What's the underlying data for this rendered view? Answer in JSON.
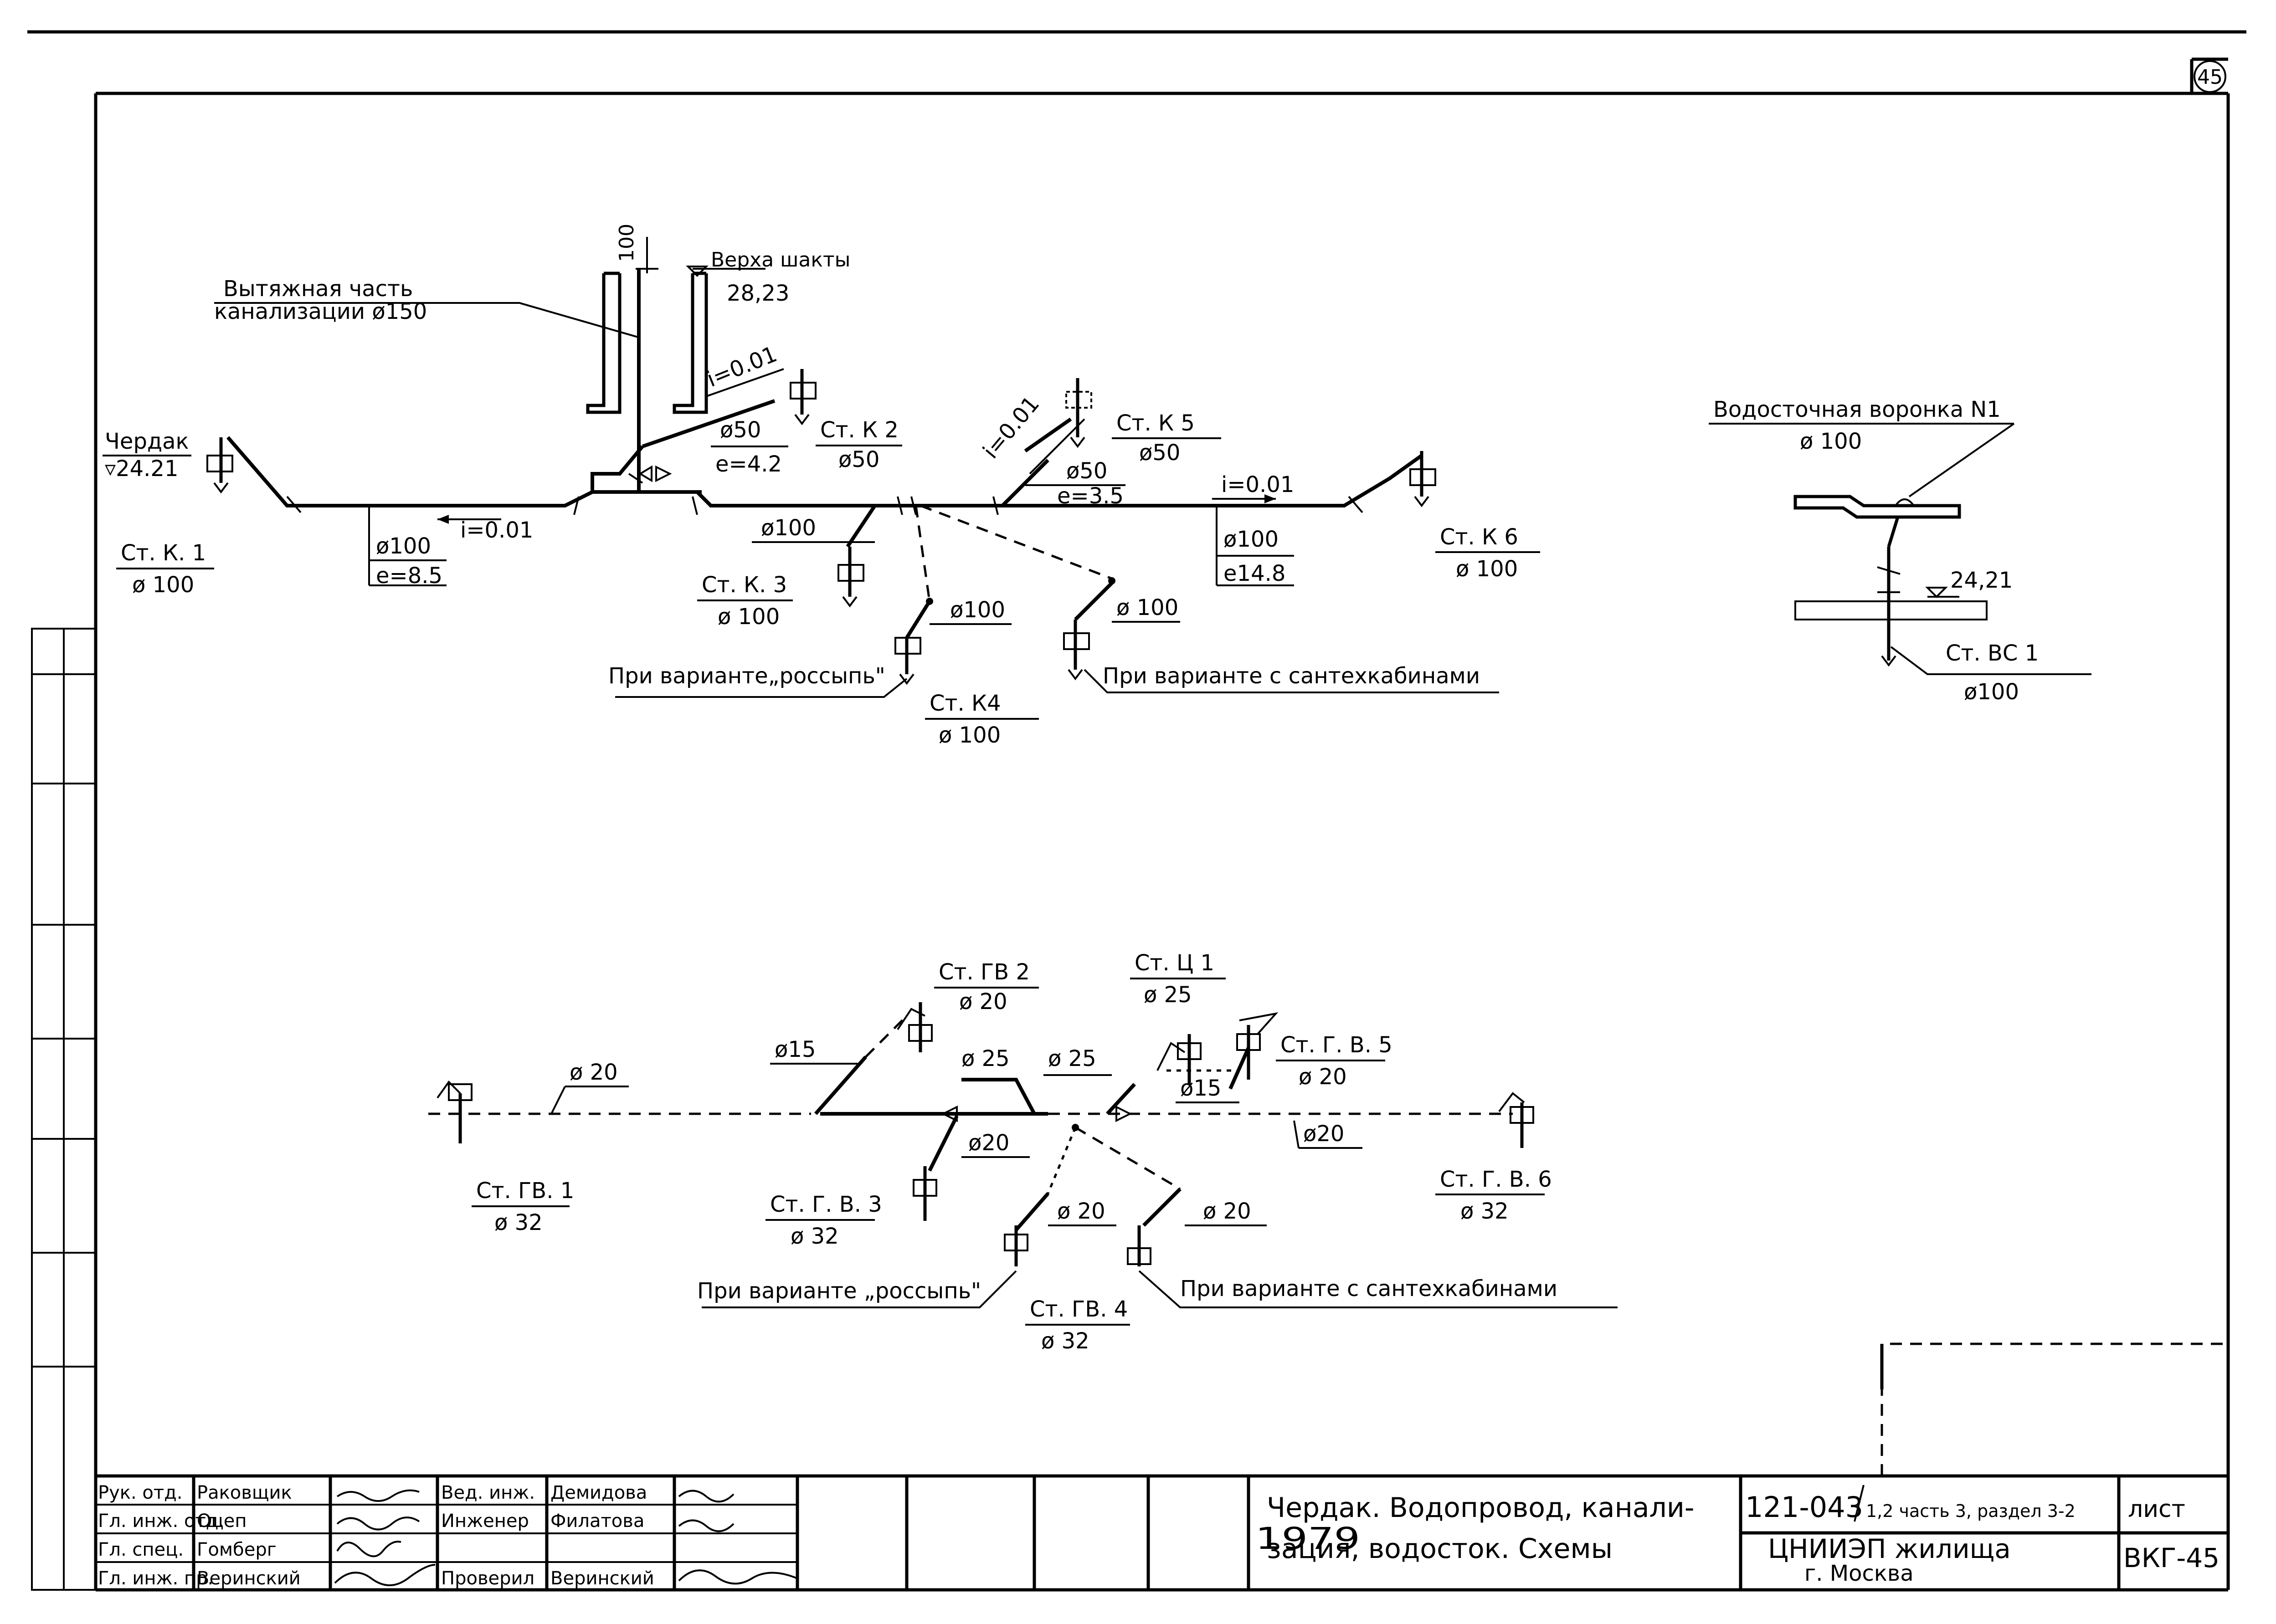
{
  "sheet_number": "45",
  "sewer": {
    "vent_part": {
      "line1": "Вытяжная часть",
      "line2": "канализации ø150"
    },
    "shaft_top": {
      "label": "Верха шакты",
      "value": "28,23"
    },
    "dim_100": "100",
    "attic": {
      "label": "Чердак",
      "level": "▿24.21"
    },
    "slope_top": "i=0.01",
    "slope_main": "i=0.01",
    "slope_k5": "i=0.01",
    "slope_right": "i=0.01",
    "seg_d50_e42": {
      "d": "ø50",
      "e": "e=4.2"
    },
    "seg_d100_e85": {
      "d": "ø100",
      "e": "e=8.5"
    },
    "seg_d100": "ø100",
    "seg_d50_e35": {
      "d": "ø50",
      "e": "e=3.5"
    },
    "seg_d100_e148": {
      "d": "ø100",
      "e": "e14.8"
    },
    "st_k1": {
      "name": "Ст. К. 1",
      "d": "ø 100"
    },
    "st_k2": {
      "name": "Ст. К 2",
      "d": "ø50"
    },
    "st_k3": {
      "name": "Ст. К. 3",
      "d": "ø 100"
    },
    "st_k4": {
      "name": "Ст. К4",
      "d": "ø 100"
    },
    "st_k5": {
      "name": "Ст. К 5",
      "d": "ø50"
    },
    "st_k6": {
      "name": "Ст. К 6",
      "d": "ø 100"
    },
    "branch_d100_a": "ø100",
    "branch_d100_b": "ø 100",
    "variant_rossyp": "При варианте„россыпь\"",
    "variant_cabins": "При варианте с сантехкабинами"
  },
  "drain": {
    "funnel": {
      "label": "Водосточная воронка N1",
      "d": "ø 100"
    },
    "level": "24,21",
    "st_vs1": {
      "name": "Ст. ВС 1",
      "d": "ø100"
    }
  },
  "water": {
    "st_gv1": {
      "name": "Ст. ГВ. 1",
      "d": "ø 32"
    },
    "st_gv2": {
      "name": "Ст. ГВ 2",
      "d": "ø 20"
    },
    "st_gv3": {
      "name": "Ст. Г. В. 3",
      "d": "ø 32"
    },
    "st_gv4": {
      "name": "Ст. ГВ. 4",
      "d": "ø 32"
    },
    "st_gv5": {
      "name": "Ст. Г. В. 5",
      "d": "ø 20"
    },
    "st_gv6": {
      "name": "Ст. Г. В. 6",
      "d": "ø 32"
    },
    "st_c1": {
      "name": "Ст. Ц 1",
      "d": "ø 25"
    },
    "d20_left": "ø 20",
    "d15_left": "ø15",
    "d25_a": "ø 25",
    "d25_b": "ø 25",
    "d15_right": "ø15",
    "d20_gv3": "ø20",
    "d20_mid_right": "ø20",
    "d20_branch_a": "ø 20",
    "d20_branch_b": "ø 20",
    "variant_rossyp": "При варианте „россыпь\"",
    "variant_cabins": "При варианте с сантехкабинами"
  },
  "title_block": {
    "rows": [
      {
        "role": "Рук. отд.",
        "name": "Раковщик",
        "role2": "Вед. инж.",
        "name2": "Демидова"
      },
      {
        "role": "Гл. инж. отд.",
        "name": "Оцеп",
        "role2": "Инженер",
        "name2": "Филатова"
      },
      {
        "role": "Гл. спец.",
        "name": "Гомберг",
        "role2": "",
        "name2": ""
      },
      {
        "role": "Гл. инж. пр.",
        "name": "Веринский",
        "role2": "Проверил",
        "name2": "Веринский"
      }
    ],
    "year": "1979",
    "title_line1": "Чердак. Водопровод, канали-",
    "title_line2": "зация, водосток. Схемы",
    "code": "121-043",
    "code_suffix": "1,2 часть 3, раздел 3-2",
    "org_line1": "ЦНИИЭП жилища",
    "org_line2": "г. Москва",
    "sheet_label": "лист",
    "sheet_code": "ВКГ-45"
  }
}
